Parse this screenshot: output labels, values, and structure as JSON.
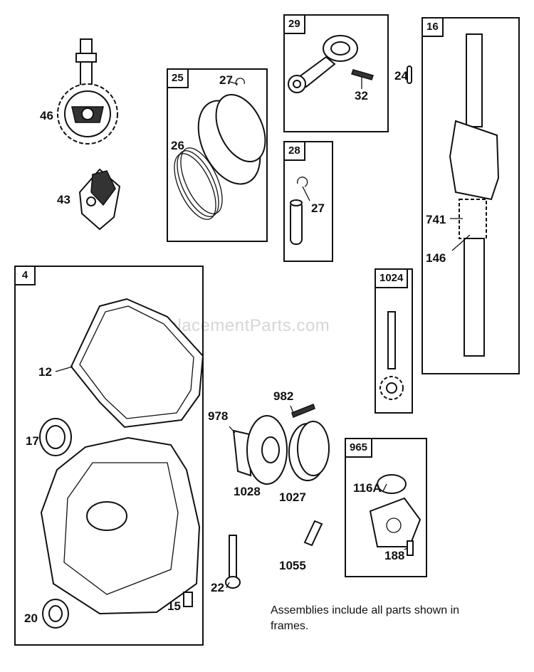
{
  "watermark": "eReplacementParts.com",
  "note": "Assemblies include all parts shown in frames.",
  "frames": {
    "piston": "25",
    "connecting_rod": "29",
    "crankshaft": "16",
    "pin": "28",
    "sump": "4",
    "governor": "1024",
    "cover": "965"
  },
  "callouts": {
    "gear_46": "46",
    "governor_43": "43",
    "clip_27a": "27",
    "rings_26": "26",
    "screw_32": "32",
    "key_24": "24",
    "clip_27b": "27",
    "gear_741": "741",
    "gear_146": "146",
    "gasket_12": "12",
    "bearing_17": "17",
    "seal_20": "20",
    "plug_15": "15",
    "gasket_978": "978",
    "screw_982": "982",
    "pump_1028": "1028",
    "rotor_1027": "1027",
    "pin_1055": "1055",
    "bolt_22": "22",
    "oring_116a": "116A",
    "screw_188": "188"
  }
}
